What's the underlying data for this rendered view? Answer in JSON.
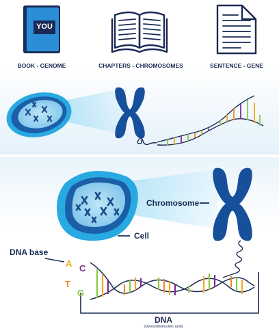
{
  "icons": {
    "book_text": "YOU",
    "book_label": "BOOK - GENOME",
    "chapters_label": "CHAPTERS - CHROMOSOMES",
    "sentence_label": "SENTENCE - GENE"
  },
  "labels": {
    "chromosome": "Chromosome",
    "cell": "Cell",
    "dna_base": "DNA base",
    "dna": "DNA",
    "dna_full": "(Deoxyribonucleic acid)"
  },
  "bases": [
    {
      "letter": "A",
      "color": "#f5a623"
    },
    {
      "letter": "C",
      "color": "#7b2d8e"
    },
    {
      "letter": "T",
      "color": "#f08a24"
    },
    {
      "letter": "G",
      "color": "#8cc63f"
    }
  ],
  "colors": {
    "navy": "#1a2a55",
    "chromosome_blue": "#17509a",
    "cell_outer": "#29a9e1",
    "cell_inner": "#1a5fa8",
    "book_blue": "#2a8fd8"
  }
}
